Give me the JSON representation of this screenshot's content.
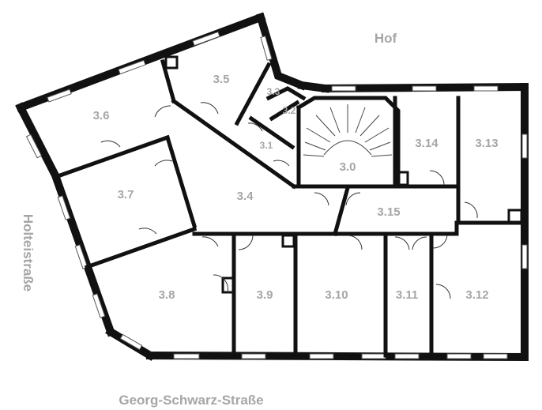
{
  "rooms": {
    "r3_0": "3.0",
    "r3_1": "3.1",
    "r3_2": "3.2",
    "r3_3": "3.3",
    "r3_4": "3.4",
    "r3_5": "3.5",
    "r3_6": "3.6",
    "r3_7": "3.7",
    "r3_8": "3.8",
    "r3_9": "3.9",
    "r3_10": "3.10",
    "r3_11": "3.11",
    "r3_12": "3.12",
    "r3_13": "3.13",
    "r3_14": "3.14",
    "r3_15": "3.15"
  },
  "labels": {
    "courtyard": "Hof",
    "west_street": "Holteistraße",
    "south_street": "Georg-Schwarz-Straße"
  },
  "colors": {
    "wall": "#111111",
    "label": "#a6a6a6",
    "background": "#ffffff"
  }
}
